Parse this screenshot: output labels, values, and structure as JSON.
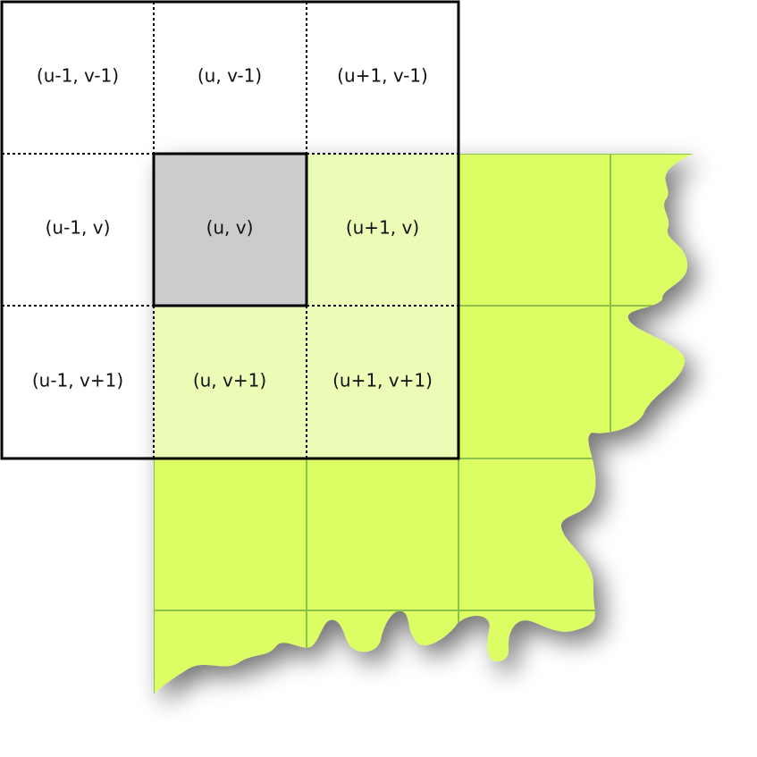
{
  "colors": {
    "paper_fill": "#dcfd64",
    "paper_grid": "#8bc34a",
    "highlight_fill": "#eafcb5",
    "center_fill": "#cccccc",
    "outline": "#000000",
    "background": "#ffffff"
  },
  "grid_cells": [
    {
      "label": "(u-1, v-1)"
    },
    {
      "label": "(u, v-1)"
    },
    {
      "label": "(u+1, v-1)"
    },
    {
      "label": "(u-1, v)"
    },
    {
      "label": "(u, v)"
    },
    {
      "label": "(u+1, v)"
    },
    {
      "label": "(u-1, v+1)"
    },
    {
      "label": "(u, v+1)"
    },
    {
      "label": "(u+1, v+1)"
    }
  ]
}
